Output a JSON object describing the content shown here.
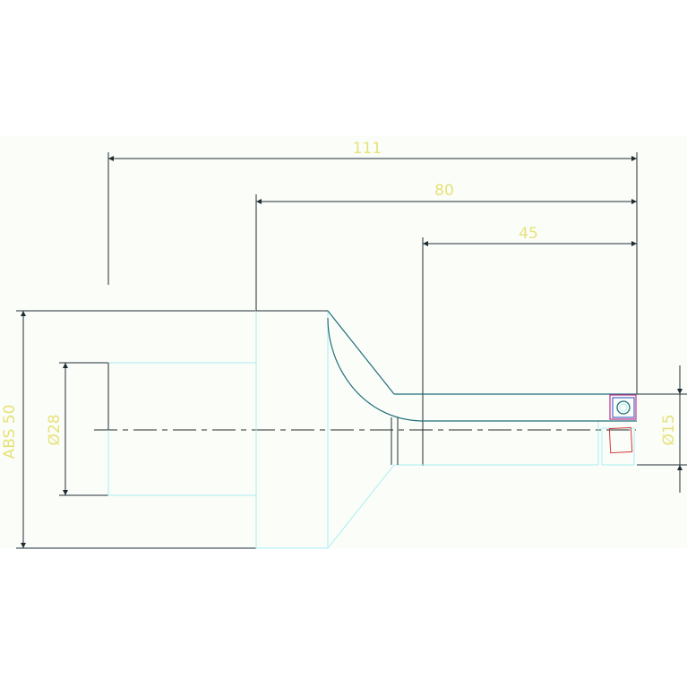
{
  "dimensions": {
    "overall_length": "111",
    "length_80": "80",
    "length_45": "45",
    "abs_diameter": "ABS  50",
    "bore_diameter": "Ø28",
    "tip_diameter": "Ø15"
  },
  "colors": {
    "background": "#ffffff",
    "paper": "#fbfdf8",
    "dimension_text": "#e6e27a",
    "outline": "#1f6f7a",
    "hidden": "#a9eef2",
    "extension_line": "#1f2d33",
    "magenta_mark": "#c0308a",
    "red_mark": "#d23a3a",
    "blue_mark": "#2a4cc0"
  }
}
